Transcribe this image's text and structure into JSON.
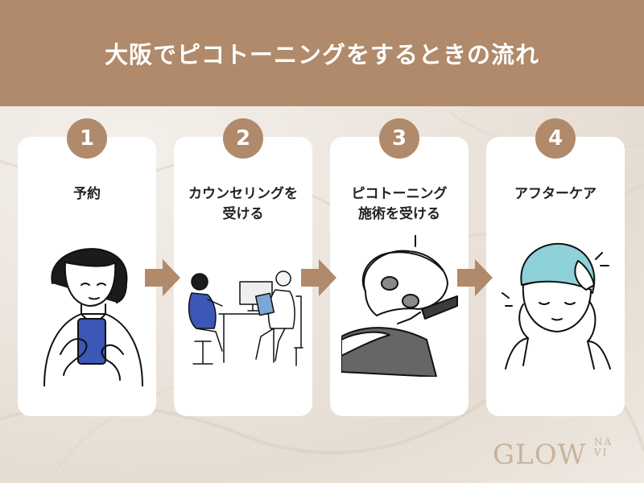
{
  "title": "大阪でピコトーニングをするときの流れ",
  "colors": {
    "accent": "#b08a6a",
    "card": "#ffffff",
    "text": "#222222",
    "logo": "#c9b39b"
  },
  "steps": [
    {
      "number": "1",
      "label_line1": "予約",
      "label_line2": "",
      "icon": "woman-with-phone-illustration"
    },
    {
      "number": "2",
      "label_line1": "カウンセリングを",
      "label_line2": "受ける",
      "icon": "counseling-illustration"
    },
    {
      "number": "3",
      "label_line1": "ピコトーニング",
      "label_line2": "施術を受ける",
      "icon": "laser-treatment-illustration"
    },
    {
      "number": "4",
      "label_line1": "アフターケア",
      "label_line2": "",
      "icon": "aftercare-illustration"
    }
  ],
  "logo": {
    "main": "GLOW",
    "sub_top": "NA",
    "sub_bottom": "VI"
  }
}
